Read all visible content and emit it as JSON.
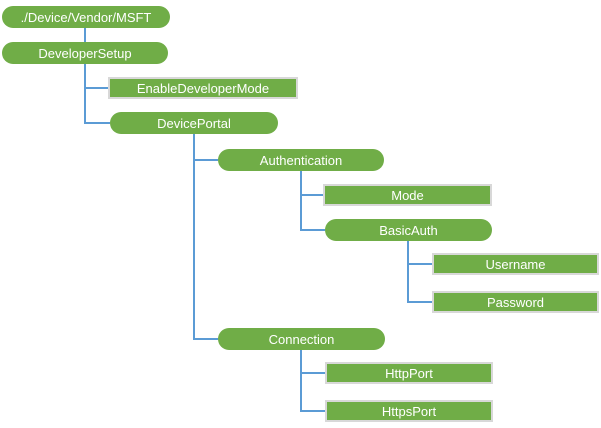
{
  "colors": {
    "node-fill": "#70AD47",
    "node-text": "#FFFFFF",
    "leaf-border": "#D8D8D8",
    "connector": "#5B9BD5",
    "background": "#FFFFFF"
  },
  "tree": {
    "label": "./Device/Vendor/MSFT",
    "type": "branch",
    "children": [
      {
        "label": "DeveloperSetup",
        "type": "branch",
        "children": [
          {
            "label": "EnableDeveloperMode",
            "type": "leaf",
            "children": []
          },
          {
            "label": "DevicePortal",
            "type": "branch",
            "children": [
              {
                "label": "Authentication",
                "type": "branch",
                "children": [
                  {
                    "label": "Mode",
                    "type": "leaf",
                    "children": []
                  },
                  {
                    "label": "BasicAuth",
                    "type": "branch",
                    "children": [
                      {
                        "label": "Username",
                        "type": "leaf",
                        "children": []
                      },
                      {
                        "label": "Password",
                        "type": "leaf",
                        "children": []
                      }
                    ]
                  }
                ]
              },
              {
                "label": "Connection",
                "type": "branch",
                "children": [
                  {
                    "label": "HttpPort",
                    "type": "leaf",
                    "children": []
                  },
                  {
                    "label": "HttpsPort",
                    "type": "leaf",
                    "children": []
                  }
                ]
              }
            ]
          }
        ]
      }
    ]
  }
}
